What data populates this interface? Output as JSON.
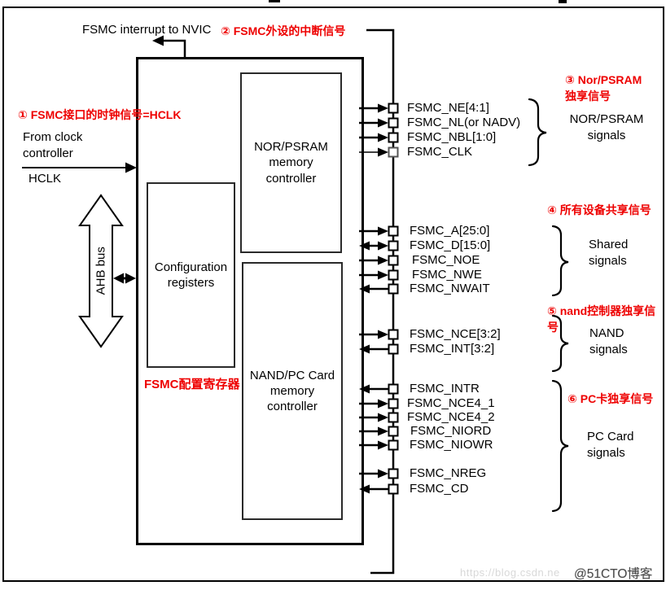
{
  "colors": {
    "accent_red": "#ee0000",
    "line_black": "#000000",
    "watermark_gray": "#d8d8d8",
    "watermark_dark": "#4a4a4a"
  },
  "top": {
    "interrupt_label": "FSMC interrupt to NVIC",
    "annotation_2": "② FSMC外设的中断信号"
  },
  "left": {
    "annotation_1": "① FSMC接口的时钟信号=HCLK",
    "from_clock": "From clock\ncontroller",
    "hclk": "HCLK",
    "ahb_bus": "AHB bus"
  },
  "blocks": {
    "nor_controller": "NOR/PSRAM\nmemory\ncontroller",
    "config_registers": "Configuration\nregisters",
    "config_annotation": "FSMC配置寄存器",
    "nand_controller": "NAND/PC Card\nmemory\ncontroller"
  },
  "signals": {
    "items": [
      {
        "name": "FSMC_NE[4:1]",
        "direction": "out"
      },
      {
        "name": "FSMC_NL(or NADV)",
        "direction": "out"
      },
      {
        "name": "FSMC_NBL[1:0]",
        "direction": "out"
      },
      {
        "name": "FSMC_CLK",
        "direction": "out"
      },
      {
        "name": "FSMC_A[25:0]",
        "direction": "out"
      },
      {
        "name": "FSMC_D[15:0]",
        "direction": "bidirectional"
      },
      {
        "name": "FSMC_NOE",
        "direction": "out"
      },
      {
        "name": "FSMC_NWE",
        "direction": "out"
      },
      {
        "name": "FSMC_NWAIT",
        "direction": "in"
      },
      {
        "name": "FSMC_NCE[3:2]",
        "direction": "out"
      },
      {
        "name": "FSMC_INT[3:2]",
        "direction": "in"
      },
      {
        "name": "FSMC_INTR",
        "direction": "in"
      },
      {
        "name": "FSMC_NCE4_1",
        "direction": "out"
      },
      {
        "name": "FSMC_NCE4_2",
        "direction": "out"
      },
      {
        "name": "FSMC_NIORD",
        "direction": "out"
      },
      {
        "name": "FSMC_NIOWR",
        "direction": "out"
      },
      {
        "name": "FSMC_NREG",
        "direction": "out"
      },
      {
        "name": "FSMC_CD",
        "direction": "in"
      }
    ]
  },
  "groups": {
    "nor": {
      "annotation": "③ Nor/PSRAM\n独享信号",
      "label": "NOR/PSRAM\nsignals"
    },
    "shared": {
      "annotation": "④ 所有设备共享信号",
      "label": "Shared\nsignals"
    },
    "nand": {
      "annotation": "⑤ nand控制器独享信号",
      "label": "NAND\nsignals"
    },
    "pccard": {
      "annotation": "⑥ PC卡独享信号",
      "label": "PC Card\nsignals"
    }
  },
  "watermark": {
    "light": "https://blog.csdn.ne",
    "dark": "@51CTO博客"
  }
}
